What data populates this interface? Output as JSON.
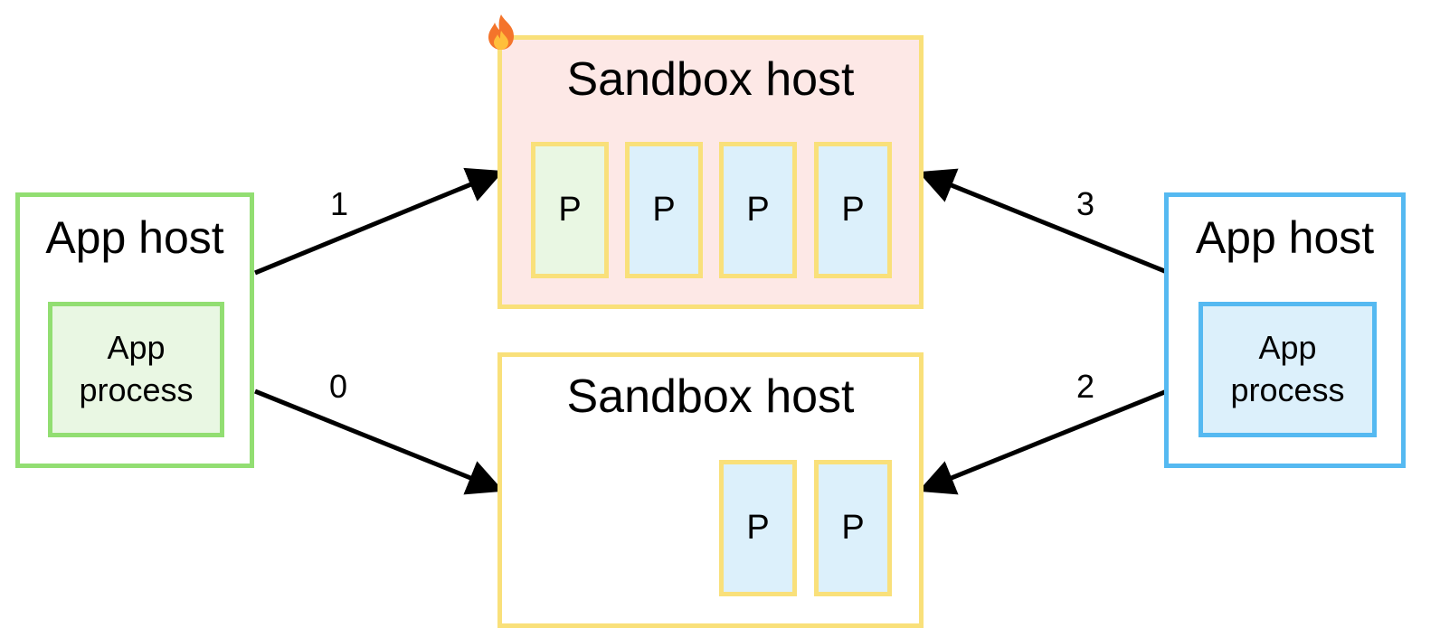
{
  "left_host": {
    "title": "App host",
    "process_label": "App\nprocess",
    "color": "#92de72",
    "fill": "#e9f7e3"
  },
  "right_host": {
    "title": "App host",
    "process_label": "App\nprocess",
    "color": "#55b9f1",
    "fill": "#dcf0fb"
  },
  "sandbox_top": {
    "title": "Sandbox host",
    "status_icon": "fire-icon",
    "fill": "#fde8e6",
    "processes": [
      {
        "label": "P",
        "owner": "left"
      },
      {
        "label": "P",
        "owner": "right"
      },
      {
        "label": "P",
        "owner": "right"
      },
      {
        "label": "P",
        "owner": "right"
      }
    ]
  },
  "sandbox_bottom": {
    "title": "Sandbox host",
    "fill": "#ffffff",
    "processes": [
      {
        "label": "P",
        "owner": "right"
      },
      {
        "label": "P",
        "owner": "right"
      }
    ]
  },
  "sandbox_border_color": "#f9e07a",
  "arrows": [
    {
      "label": "1",
      "from": "left_host",
      "to": "sandbox_top"
    },
    {
      "label": "0",
      "from": "left_host",
      "to": "sandbox_bottom"
    },
    {
      "label": "3",
      "from": "right_host",
      "to": "sandbox_top"
    },
    {
      "label": "2",
      "from": "right_host",
      "to": "sandbox_bottom"
    }
  ]
}
